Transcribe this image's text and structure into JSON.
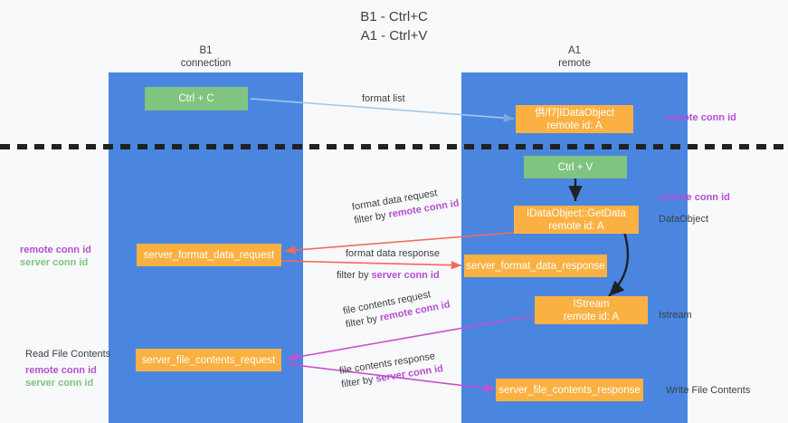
{
  "title": {
    "line1": "B1 - Ctrl+C",
    "line2": "A1 - Ctrl+V"
  },
  "columns": [
    {
      "name": "B1",
      "sub": "connection"
    },
    {
      "name": "A1",
      "sub": "remote"
    }
  ],
  "colors": {
    "lane": "#4a86e0",
    "green_box": "#7fc47f",
    "orange_box": "#fbb142",
    "remote_conn_id": "#b34fd0",
    "server_conn_id": "#7fc47f",
    "arrow_format_list": "#a6c8ec",
    "arrow_format_data": "#f4695a",
    "arrow_file_contents": "#c84fd0",
    "arrow_black": "#202124",
    "divider": "#202124"
  },
  "boxes": [
    {
      "id": "ctrl-c",
      "label": "Ctrl + C",
      "sub": "",
      "style": "green"
    },
    {
      "id": "idataobject",
      "label": "供/f7|IDataObject",
      "sub": "remote id: A",
      "style": "orange"
    },
    {
      "id": "ctrl-v",
      "label": "Ctrl + V",
      "sub": "",
      "style": "green"
    },
    {
      "id": "idataobject-getdata",
      "label": "IDataObject::GetData",
      "sub": "remote id: A",
      "style": "orange"
    },
    {
      "id": "server-format-data-request",
      "label": "server_format_data_request",
      "sub": "",
      "style": "orange"
    },
    {
      "id": "server-format-data-response",
      "label": "server_format_data_response",
      "sub": "",
      "style": "orange"
    },
    {
      "id": "istream",
      "label": "IStream",
      "sub": "remote id: A",
      "style": "orange"
    },
    {
      "id": "server-file-contents-request",
      "label": "server_file_contents_request",
      "sub": "",
      "style": "orange"
    },
    {
      "id": "server-file-contents-response",
      "label": "server_file_contents_response",
      "sub": "",
      "style": "orange"
    }
  ],
  "arrow_labels": {
    "format_list": "format list",
    "format_data_request": "format data request",
    "format_data_request_filter_prefix": "filter by ",
    "format_data_request_filter_value": "remote conn id",
    "format_data_response": "format data response",
    "format_data_response_filter_prefix": "filter by ",
    "format_data_response_filter_value": "server conn id",
    "file_contents_request": "file contents request",
    "file_contents_request_filter_prefix": "filter by ",
    "file_contents_request_filter_value": "remote conn id",
    "file_contents_response": "file contents response",
    "file_contents_response_filter_prefix": "filter by ",
    "file_contents_response_filter_value": "server conn id"
  },
  "right_labels": {
    "remote_conn_id_top": "remote conn id",
    "remote_conn_id_mid": "remote conn id",
    "data_object": "DataObject",
    "istream": "Istream",
    "write_file_contents": "Write File Contents"
  },
  "left_labels": {
    "legend_top_remote": "remote conn id",
    "legend_top_server": "server conn id",
    "read_file_contents": "Read File Contents",
    "legend_bottom_remote": "remote conn id",
    "legend_bottom_server": "server conn id"
  }
}
